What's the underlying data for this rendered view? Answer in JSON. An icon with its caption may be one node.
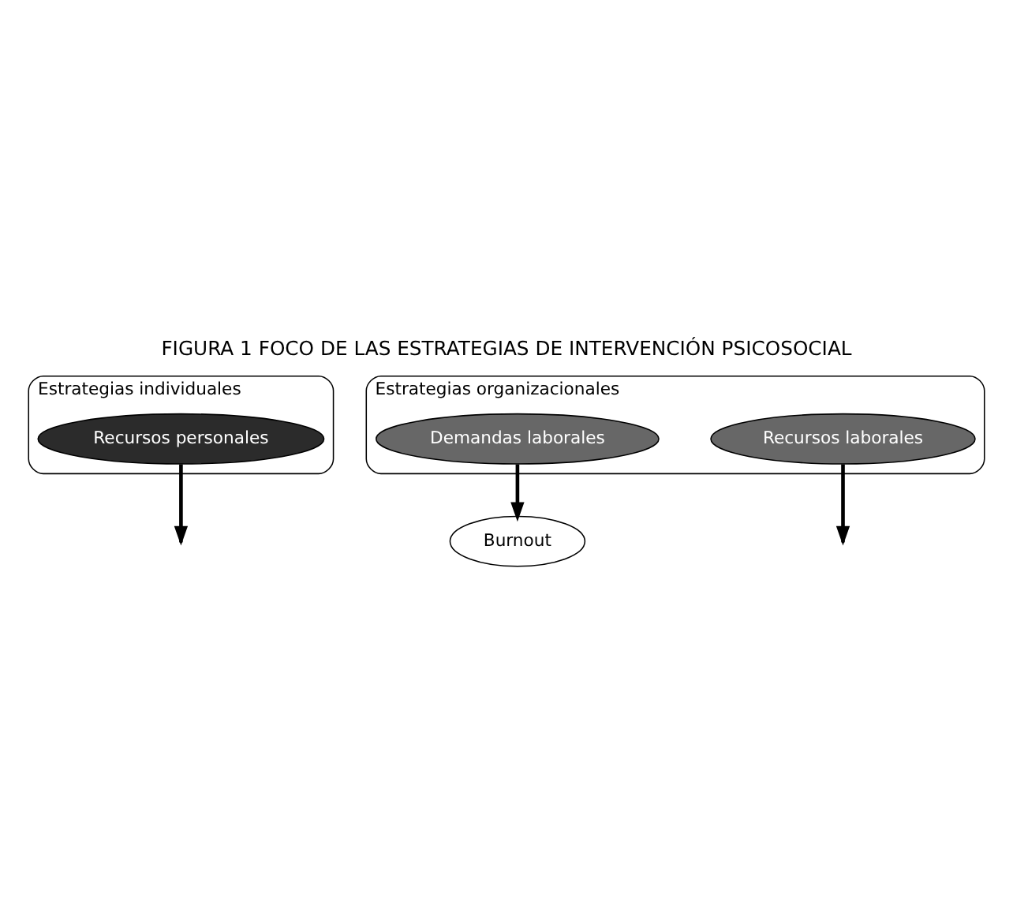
{
  "diagram": {
    "title": "FIGURA 1 FOCO DE LAS ESTRATEGIAS DE INTERVENCIÓN PSICOSOCIAL",
    "nodes": [
      {
        "text": [
          "Estrategias individuales"
        ]
      },
      {
        "text": [
          "Recursos personales"
        ],
        "in": 0
      },
      {
        "text": [
          "Estrategias organizacionales"
        ]
      },
      {
        "text": [
          "Demandas laborales"
        ],
        "in": 2
      },
      {
        "text": [
          "Recursos laborales"
        ],
        "in": 2
      },
      {
        "text": [
          "Burnout"
        ]
      }
    ],
    "edges": [
      {
        "from": 3,
        "to": 5,
        "arrow": "to"
      },
      {
        "from": 1,
        "to": null,
        "arrow": "to"
      },
      {
        "from": 4,
        "to": null,
        "arrow": "to"
      }
    ]
  }
}
